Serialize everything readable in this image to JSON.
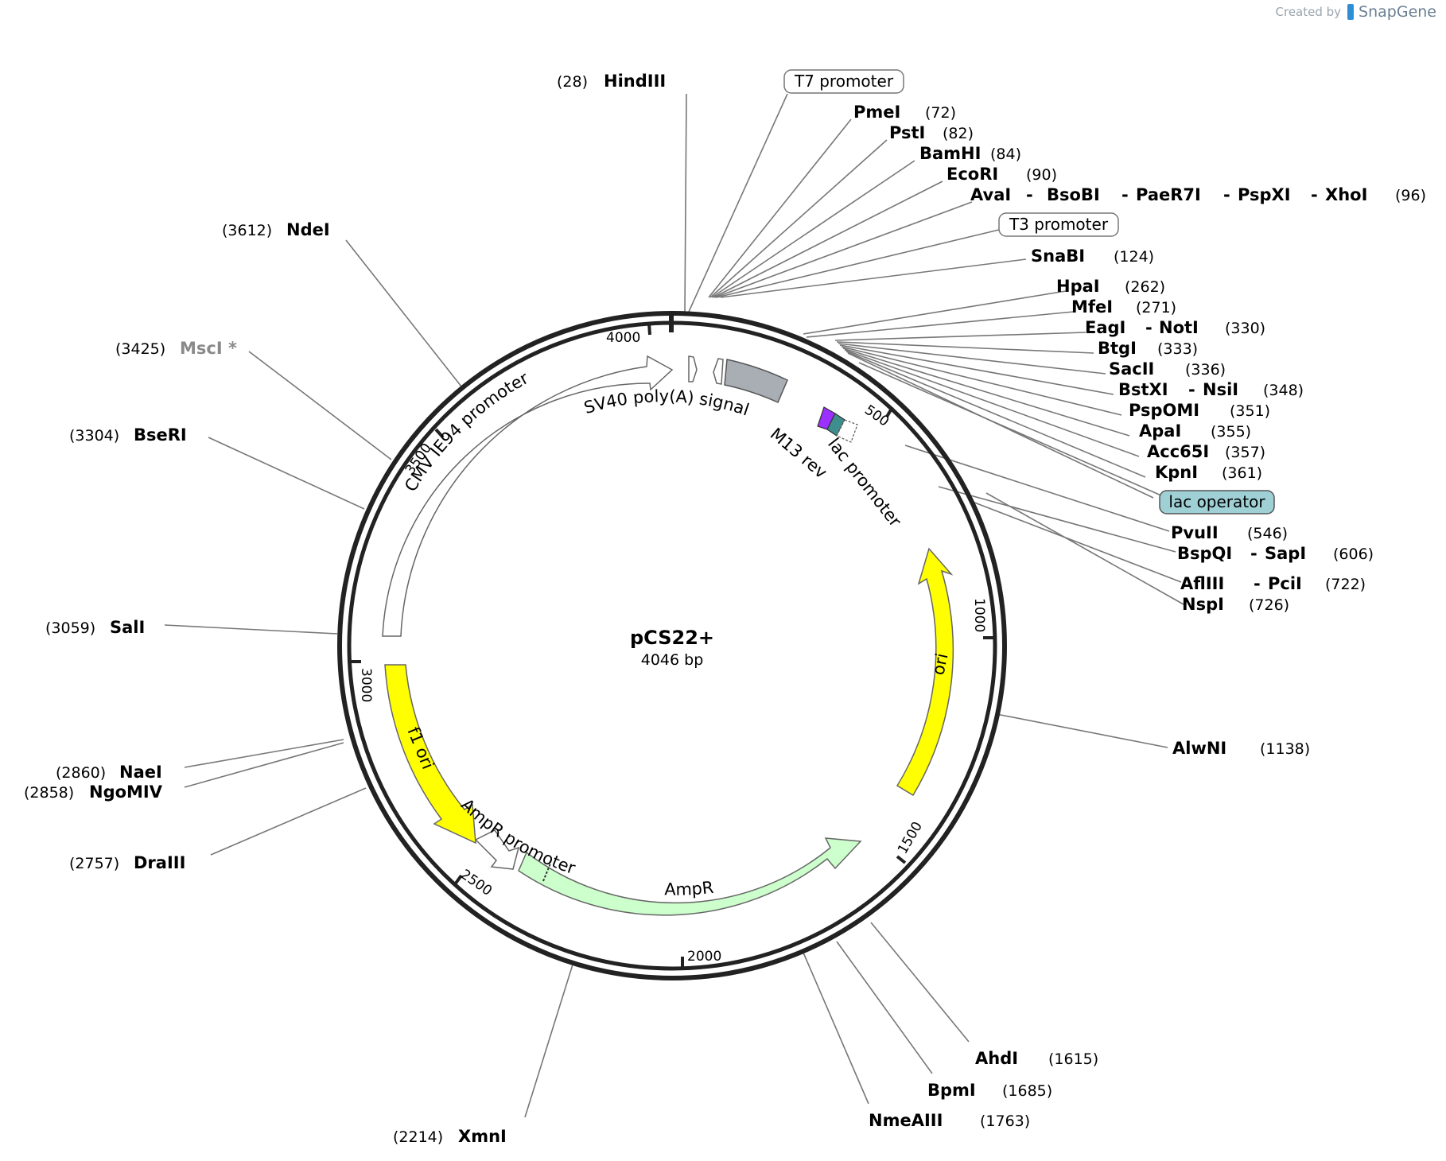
{
  "credit": {
    "prefix": "Created by",
    "brand": "SnapGene"
  },
  "plasmid": {
    "name": "pCS22+",
    "length_text": "4046 bp",
    "length": 4046
  },
  "ticks": [
    "500",
    "1000",
    "1500",
    "2000",
    "2500",
    "3000",
    "3500",
    "4000"
  ],
  "sites": [
    {
      "name": "HindIII",
      "pos": "(28)"
    },
    {
      "name": "PmeI",
      "pos": "(72)"
    },
    {
      "name": "PstI",
      "pos": "(82)"
    },
    {
      "name": "BamHI",
      "pos": "(84)"
    },
    {
      "name": "EcoRI",
      "pos": "(90)"
    },
    {
      "name": "AvaI",
      "extra": [
        "BsoBI",
        "PaeR7I",
        "PspXI",
        "XhoI"
      ],
      "pos": "(96)"
    },
    {
      "name": "SnaBI",
      "pos": "(124)"
    },
    {
      "name": "HpaI",
      "pos": "(262)"
    },
    {
      "name": "MfeI",
      "pos": "(271)"
    },
    {
      "name": "EagI",
      "extra": [
        "NotI"
      ],
      "pos": "(330)"
    },
    {
      "name": "BtgI",
      "pos": "(333)"
    },
    {
      "name": "SacII",
      "pos": "(336)"
    },
    {
      "name": "BstXI",
      "extra": [
        "NsiI"
      ],
      "pos": "(348)"
    },
    {
      "name": "PspOMI",
      "pos": "(351)"
    },
    {
      "name": "ApaI",
      "pos": "(355)"
    },
    {
      "name": "Acc65I",
      "pos": "(357)"
    },
    {
      "name": "KpnI",
      "pos": "(361)"
    },
    {
      "name": "PvuII",
      "pos": "(546)"
    },
    {
      "name": "BspQI",
      "extra": [
        "SapI"
      ],
      "pos": "(606)"
    },
    {
      "name": "AflIII",
      "extra": [
        "PciI"
      ],
      "pos": "(722)"
    },
    {
      "name": "NspI",
      "pos": "(726)"
    },
    {
      "name": "AlwNI",
      "pos": "(1138)"
    },
    {
      "name": "AhdI",
      "pos": "(1615)"
    },
    {
      "name": "BpmI",
      "pos": "(1685)"
    },
    {
      "name": "NmeAIII",
      "pos": "(1763)"
    },
    {
      "name": "XmnI",
      "pos": "(2214)"
    },
    {
      "name": "DraIII",
      "pos": "(2757)"
    },
    {
      "name": "NgoMIV",
      "pos": "(2858)"
    },
    {
      "name": "NaeI",
      "pos": "(2860)"
    },
    {
      "name": "SalI",
      "pos": "(3059)"
    },
    {
      "name": "BseRI",
      "pos": "(3304)"
    },
    {
      "name": "MscI *",
      "pos": "(3425)"
    },
    {
      "name": "NdeI",
      "pos": "(3612)"
    }
  ],
  "boxed_features": {
    "t7": "T7 promoter",
    "t3": "T3 promoter",
    "lacop": "lac operator"
  },
  "features": {
    "cmv": "CMV IE94 promoter",
    "sv40": "SV40 poly(A) signal",
    "m13": "M13 rev",
    "lac": "lac promoter",
    "ori": "ori",
    "ampr": "AmpR",
    "amprp": "AmpR promoter",
    "f1": "f1 ori"
  },
  "colors": {
    "yellow": "#ffff00",
    "ampr": "#ccffcc",
    "sv40": "#a9aeb5",
    "lacop": "#9fd0d6",
    "m13": "#9b30ff",
    "teal": "#3e8e8e"
  }
}
